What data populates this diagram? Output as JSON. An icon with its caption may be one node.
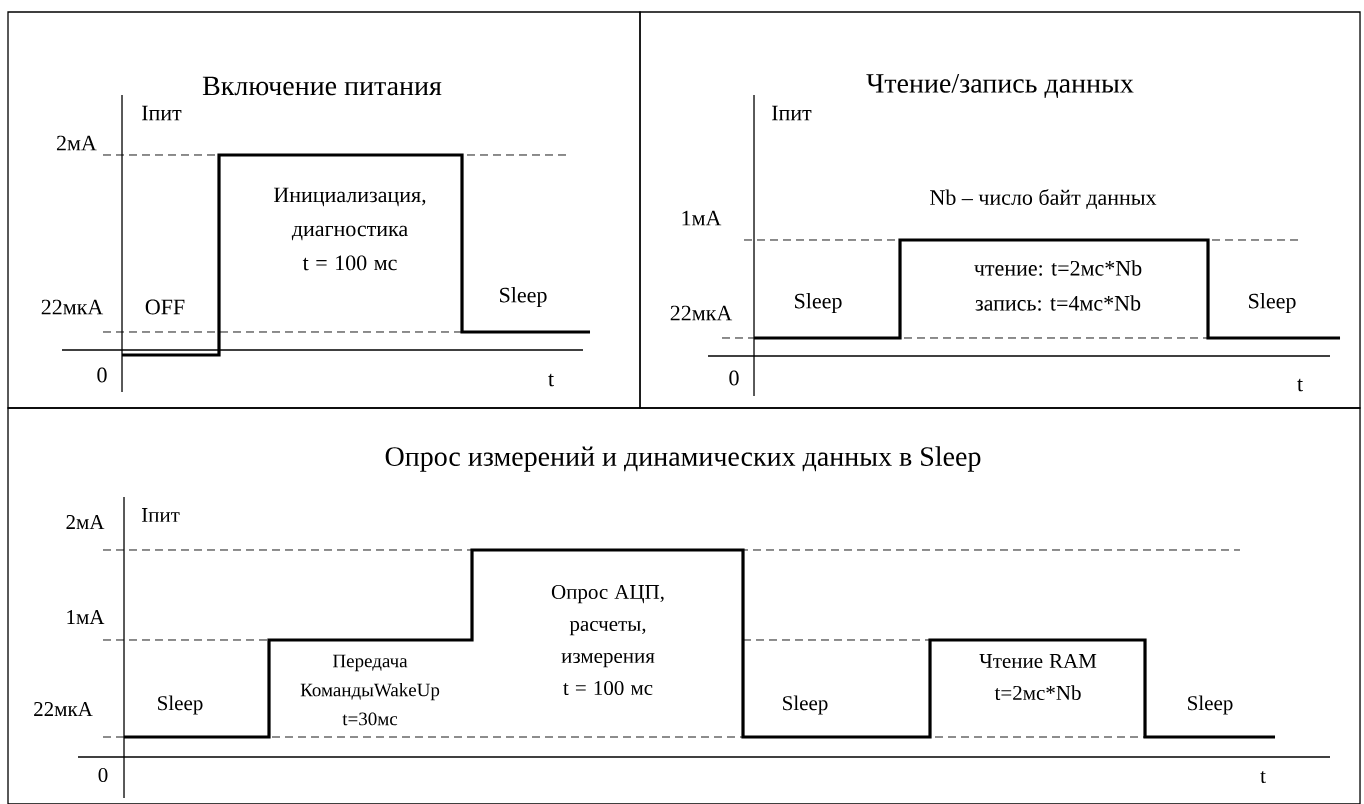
{
  "diagram": {
    "nodes": [
      {
        "text": [
          "Включение питания"
        ]
      },
      {
        "text": [
          "Чтение/запись данных"
        ]
      },
      {
        "text": [
          "Опрос измерений и динамических данных в Sleep"
        ]
      }
    ],
    "labels": [
      "Iпит",
      "2мА",
      "Инициализация, диагностика t = 100 мс",
      "22мкА",
      "OFF",
      "Sleep",
      "0",
      "t",
      "Iпит",
      "Nb – число байт данных",
      "1мА",
      "чтение:  t=2мс*Nb",
      "запись:  t=4мс*Nb",
      "22мкА",
      "Sleep",
      "Sleep",
      "0",
      "t",
      "Iпит",
      "2мА",
      "Опрос АЦП, расчеты, измерения t = 100 мс",
      "1мА",
      "Передача КомандыWakeUp t=30мс",
      "Чтение RAM t=2мс*Nb",
      "22мкА",
      "Sleep",
      "Sleep",
      "Sleep",
      "0",
      "t"
    ]
  }
}
